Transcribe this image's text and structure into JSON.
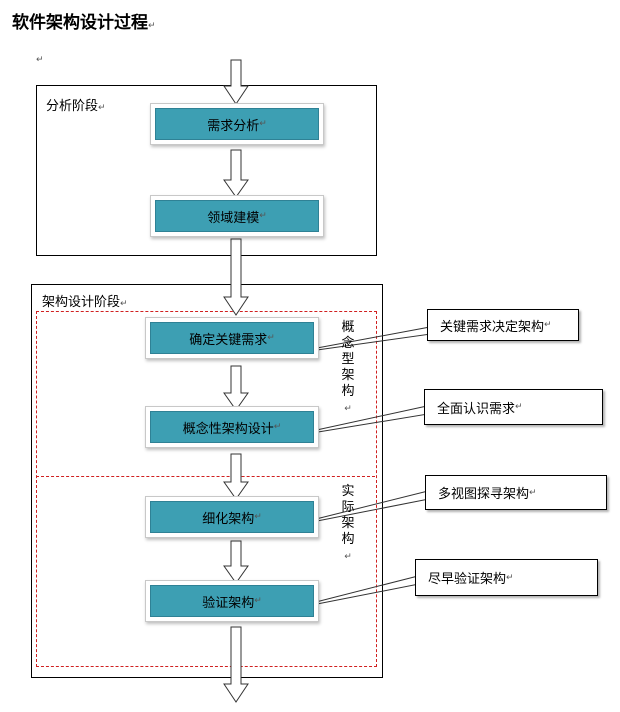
{
  "title": "软件架构设计过程",
  "para_mark": "↵",
  "phases": {
    "analysis": "分析阶段",
    "architecture": "架构设计阶段"
  },
  "steps": {
    "requirement_analysis": "需求分析",
    "domain_modeling": "领域建模",
    "key_requirements": "确定关键需求",
    "conceptual_design": "概念性架构设计",
    "refine": "细化架构",
    "verify": "验证架构"
  },
  "side_labels": {
    "conceptual": "概念型架构",
    "actual": "实际架构"
  },
  "callouts": {
    "c1": "关键需求决定架构",
    "c2": "全面认识需求",
    "c3": "多视图探寻架构",
    "c4": "尽早验证架构"
  },
  "colors": {
    "step_fill": "#3d9fb3",
    "dashed_border": "#d02020"
  }
}
